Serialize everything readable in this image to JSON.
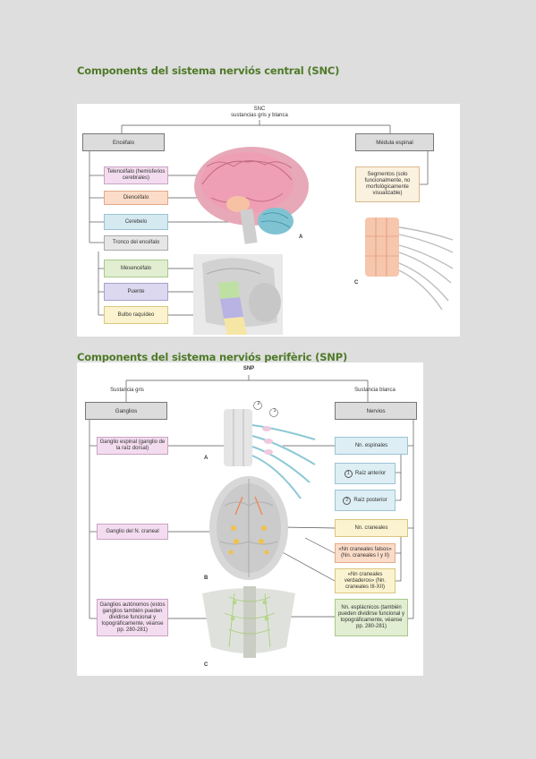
{
  "snc": {
    "heading": "Components del sistema nerviós central (SNC)",
    "root_line1": "SNC",
    "root_line2": "sustancias gris y blanca",
    "encefalo": "Encéfalo",
    "medula": "Médula espinal",
    "telencefalo": "Telencéfalo (hemisferios cerebrales)",
    "diencefalo": "Diencéfalo",
    "cerebelo": "Cerebelo",
    "tronco": "Tronco del encéfalo",
    "mesencefalo": "Mesencéfalo",
    "puente": "Puente",
    "bulbo": "Bulbo raquídeo",
    "segmentos": "Segmentos (solo funcionalmente, no morfológicamente visualizable)",
    "fig_a": "A",
    "fig_c": "C"
  },
  "snp": {
    "heading": "Components del sistema nerviós perifèric (SNP)",
    "root": "SNP",
    "sustancia_gris": "Sustancia gris",
    "sustancia_blanca": "Sustancia blanca",
    "ganglios": "Ganglios",
    "nervios": "Nervios",
    "ganglio_espinal": "Ganglio espinal (ganglio de la raíz dorsal)",
    "ganglio_craneal": "Ganglio del N. craneal",
    "ganglios_autonomos": "Ganglios autónomos (estos ganglios también pueden dividirse funcional y topográficamente, véanse pp. 280-281)",
    "nn_espinales": "Nn. espinales",
    "raiz_anterior": "Raíz anterior",
    "raiz_posterior": "Raíz posterior",
    "nn_craneales": "Nn. craneales",
    "falsos": "«Nn craneales falsos» (Nn. craneales I y II)",
    "verdaderos": "«Nn craneales verdaderos» (Nn. craneales III-XII)",
    "esplacnicos": "Nn. esplácnicos (también pueden dividirse funcional y topográficamente, véanse pp. 280-281)",
    "num1": "1",
    "num2": "2",
    "fig_a": "A",
    "fig_b": "B",
    "fig_c": "C"
  },
  "colors": {
    "heading_green": "#4f7a28",
    "panel": "#ffffff",
    "page": "#dedede"
  }
}
